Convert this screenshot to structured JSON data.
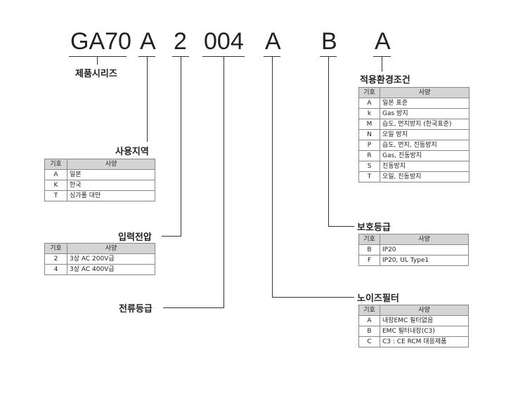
{
  "code_segments": [
    "GA70",
    "A",
    "2",
    "004",
    "A",
    "B",
    "A"
  ],
  "product_series_label": "제품시리즈",
  "col_key": "기호",
  "col_value": "사양",
  "sections": {
    "region": {
      "title": "사용지역",
      "rows": [
        [
          "A",
          "일본"
        ],
        [
          "K",
          "한국"
        ],
        [
          "T",
          "싱가폴 대만"
        ]
      ]
    },
    "voltage": {
      "title": "입력전압",
      "rows": [
        [
          "2",
          "3상 AC 200V급"
        ],
        [
          "4",
          "3상 AC 400V급"
        ]
      ]
    },
    "current": {
      "title": "전류등급"
    },
    "noise_filter": {
      "title": "노이즈필터",
      "rows": [
        [
          "A",
          "내장EMC 필터없음"
        ],
        [
          "B",
          "EMC 필터내장(C3)"
        ],
        [
          "C",
          "C3 : CE  RCM 대응제품"
        ]
      ]
    },
    "protection": {
      "title": "보호등급",
      "rows": [
        [
          "B",
          "IP20"
        ],
        [
          "F",
          "IP20, UL Type1"
        ]
      ]
    },
    "environment": {
      "title": "적용환경조건",
      "rows": [
        [
          "A",
          "일본 표준"
        ],
        [
          "k",
          "Gas 방지"
        ],
        [
          "M",
          "습도, 먼지방지 (한국표준)"
        ],
        [
          "N",
          "오일 방지"
        ],
        [
          "P",
          "습도, 먼지, 진동방지"
        ],
        [
          "R",
          "Gas, 진동방지"
        ],
        [
          "S",
          "진동방지"
        ],
        [
          "T",
          "오일, 진동방지"
        ]
      ]
    }
  }
}
